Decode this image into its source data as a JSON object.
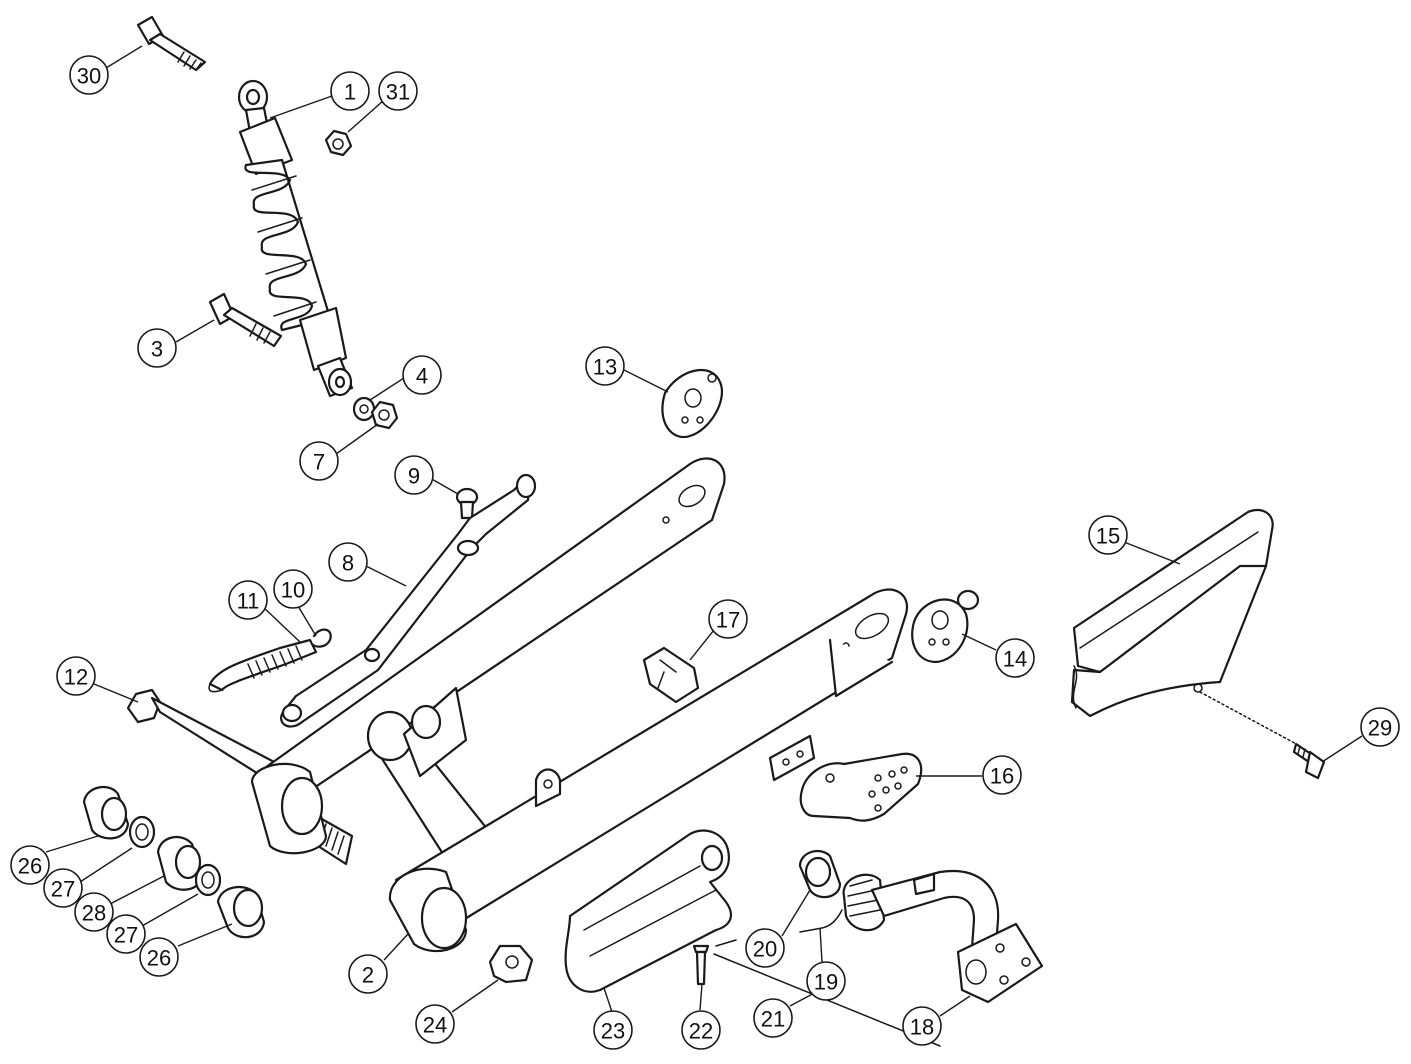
{
  "callouts": [
    {
      "id": "c30a",
      "label": "30"
    },
    {
      "id": "c1",
      "label": "1"
    },
    {
      "id": "c31",
      "label": "31"
    },
    {
      "id": "c3",
      "label": "3"
    },
    {
      "id": "c4",
      "label": "4"
    },
    {
      "id": "c7",
      "label": "7"
    },
    {
      "id": "c13",
      "label": "13"
    },
    {
      "id": "c9",
      "label": "9"
    },
    {
      "id": "c8",
      "label": "8"
    },
    {
      "id": "c11",
      "label": "11"
    },
    {
      "id": "c10",
      "label": "10"
    },
    {
      "id": "c12",
      "label": "12"
    },
    {
      "id": "c17",
      "label": "17"
    },
    {
      "id": "c14",
      "label": "14"
    },
    {
      "id": "c15",
      "label": "15"
    },
    {
      "id": "c29",
      "label": "29"
    },
    {
      "id": "c16",
      "label": "16"
    },
    {
      "id": "c26a",
      "label": "26"
    },
    {
      "id": "c27a",
      "label": "27"
    },
    {
      "id": "c28",
      "label": "28"
    },
    {
      "id": "c27b",
      "label": "27"
    },
    {
      "id": "c26b",
      "label": "26"
    },
    {
      "id": "c2",
      "label": "2"
    },
    {
      "id": "c20",
      "label": "20"
    },
    {
      "id": "c19",
      "label": "19"
    },
    {
      "id": "c24",
      "label": "24"
    },
    {
      "id": "c23",
      "label": "23"
    },
    {
      "id": "c22",
      "label": "22"
    },
    {
      "id": "c21",
      "label": "21"
    },
    {
      "id": "c18",
      "label": "18"
    }
  ],
  "colors": {
    "line": "#1a1a1a",
    "background": "#ffffff"
  }
}
